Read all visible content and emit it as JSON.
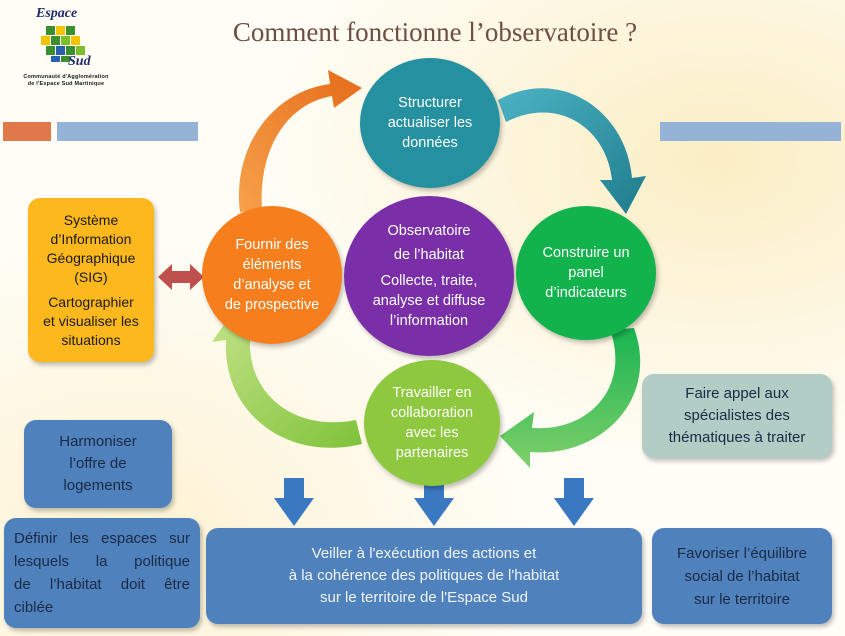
{
  "logo": {
    "word_top": "Espace",
    "word_bottom": "Sud",
    "caption_line1": "Communauté d'Agglomération",
    "caption_line2": "de l'Espace Sud Martinique"
  },
  "title": "Comment fonctionne l’observatoire ?",
  "colors": {
    "orange": "#f77e1c",
    "teal": "#2591a0",
    "green": "#12b24c",
    "lightgreen": "#8dc83f",
    "purple": "#7a2fa8",
    "yellow": "#fcb81c",
    "blue": "#4f81bd",
    "graygreen": "#b2cdc5",
    "brown": "#c0504d",
    "bar_orange": "#e0794a",
    "bar_blue": "#95b3d7"
  },
  "center": {
    "title_line1": "Observatoire",
    "title_line2": "de l’habitat",
    "line1": "Collecte, traite,",
    "line2": "analyse et diffuse",
    "line3": "l’information"
  },
  "cycle": {
    "top": [
      "Structurer",
      "actualiser les",
      "données"
    ],
    "right": [
      "Construire un",
      "panel",
      "d’indicateurs"
    ],
    "bottom": [
      "Travailler en",
      "collaboration",
      "avec les",
      "partenaires"
    ],
    "left": [
      "Fournir des",
      "éléments",
      "d’analyse et",
      "de prospective"
    ]
  },
  "sig_box": {
    "lines": [
      "Système",
      "d’Information",
      "Géographique",
      "(SIG)"
    ],
    "lines2": [
      "Cartographier",
      "et visualiser les",
      "situations"
    ]
  },
  "specialists_box": [
    "Faire appel aux",
    "spécialistes des",
    "thématiques à traiter"
  ],
  "harmoniser_box": [
    "Harmoniser",
    "l’offre de",
    "logements"
  ],
  "definir_box": [
    "Définir les espaces sur",
    "lesquels la politique",
    "de l’habitat doit être",
    "ciblée"
  ],
  "veiller_box": [
    "Veiller à l'exécution des actions et",
    "à la cohérence des politiques de l'habitat",
    "sur le territoire de l'Espace Sud"
  ],
  "favoriser_box": [
    "Favoriser l’équilibre",
    "social de l’habitat",
    "sur le territoire"
  ]
}
